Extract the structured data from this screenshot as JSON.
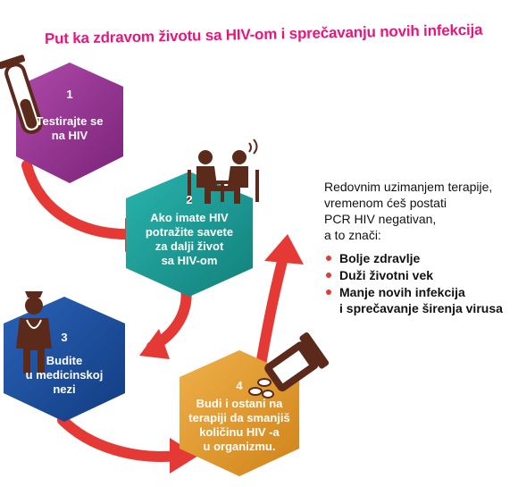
{
  "title": "Put ka zdravom životu sa HIV-om i sprečavanju novih infekcija",
  "steps": [
    {
      "number": "1",
      "label": "Testirajte se\nna HIV",
      "icon": "test-tube-icon",
      "color": "#8e2f8c"
    },
    {
      "number": "2",
      "label": "Ako imate HIV\npotražite savete\nza dalji život\nsa HIV-om",
      "icon": "counseling-icon",
      "color": "#1a9a94"
    },
    {
      "number": "3",
      "label": "Budite\nu medicinskoj\nnezi",
      "icon": "doctor-icon",
      "color": "#1a4d9c"
    },
    {
      "number": "4",
      "label": "Budi i ostani na\nterapiji da smanjiš\nkoličinu HIV -a\nu organizmu.",
      "icon": "pill-bottle-icon",
      "color": "#e09a2a"
    }
  ],
  "note": {
    "intro": "Redovnim uzimanjem terapije,\nvremenom ćeš postati\nPCR HIV negativan,\na to znači:",
    "benefits": [
      "Bolje zdravlje",
      "Duži životni vek",
      "Manje novih infekcija\ni sprečavanje širenja virusa"
    ]
  },
  "colors": {
    "title": "#e5177e",
    "arrow": "#e53935",
    "icon": "#5b2a1a"
  }
}
